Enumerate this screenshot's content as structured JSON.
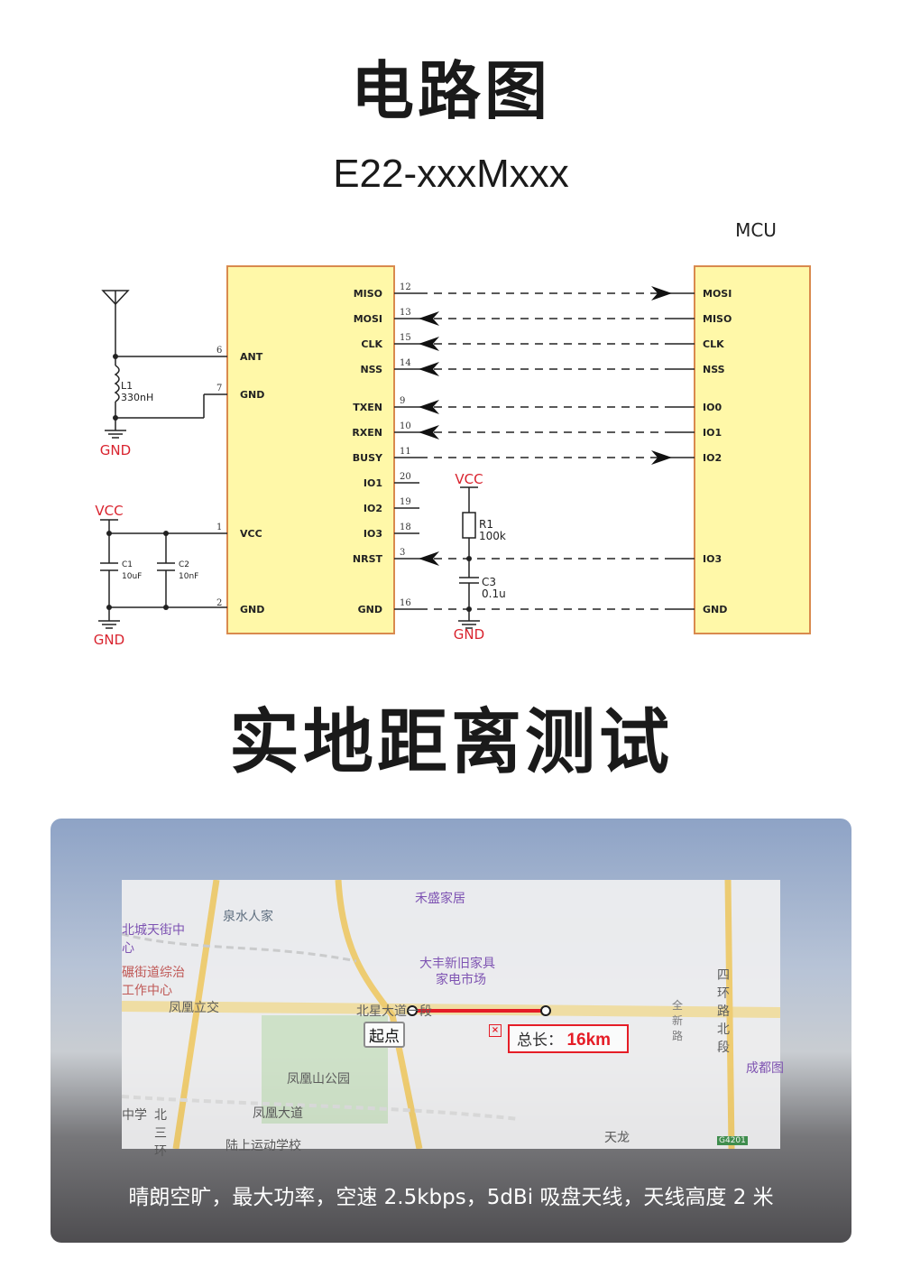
{
  "circuit_title": "电路图",
  "model": "E22-xxxMxxx",
  "mcu_label": "MCU",
  "module_left_pins": [
    {
      "num": "6",
      "name": "ANT"
    },
    {
      "num": "7",
      "name": "GND"
    },
    {
      "num": "1",
      "name": "VCC"
    },
    {
      "num": "2",
      "name": "GND"
    }
  ],
  "module_right_pins": [
    {
      "num": "12",
      "name": "MISO",
      "mcu": "MOSI",
      "dir": "to-mcu"
    },
    {
      "num": "13",
      "name": "MOSI",
      "mcu": "MISO",
      "dir": "to-module"
    },
    {
      "num": "15",
      "name": "CLK",
      "mcu": "CLK",
      "dir": "to-module"
    },
    {
      "num": "14",
      "name": "NSS",
      "mcu": "NSS",
      "dir": "to-module"
    },
    {
      "num": "9",
      "name": "TXEN",
      "mcu": "IO0",
      "dir": "to-module"
    },
    {
      "num": "10",
      "name": "RXEN",
      "mcu": "IO1",
      "dir": "to-module"
    },
    {
      "num": "11",
      "name": "BUSY",
      "mcu": "IO2",
      "dir": "to-mcu"
    },
    {
      "num": "20",
      "name": "IO1",
      "mcu": "",
      "dir": "none"
    },
    {
      "num": "19",
      "name": "IO2",
      "mcu": "",
      "dir": "none"
    },
    {
      "num": "18",
      "name": "IO3",
      "mcu": "",
      "dir": "none"
    },
    {
      "num": "3",
      "name": "NRST",
      "mcu": "IO3",
      "dir": "to-module"
    },
    {
      "num": "16",
      "name": "GND",
      "mcu": "GND",
      "dir": "none-line"
    }
  ],
  "components": {
    "L1": {
      "ref": "L1",
      "value": "330nH"
    },
    "C1": {
      "ref": "C1",
      "value": "10uF"
    },
    "C2": {
      "ref": "C2",
      "value": "10nF"
    },
    "R1": {
      "ref": "R1",
      "value": "100k"
    },
    "C3": {
      "ref": "C3",
      "value": "0.1u"
    }
  },
  "power_labels": {
    "gnd": "GND",
    "vcc": "VCC"
  },
  "colors": {
    "box_fill": "#fff8a8",
    "box_stroke": "#d98a4e",
    "power_red": "#d9232e",
    "route_red": "#e8101a"
  },
  "test_title": "实地距离测试",
  "map": {
    "labels": [
      "禾盛家居",
      "泉水人家",
      "北城天街中心",
      "碾街道综治工作中心",
      "大丰新旧家具",
      "家电市场",
      "凤凰立交",
      "北星大道一段",
      "凤凰山公园",
      "凤凰大道",
      "陆上运动学校",
      "四环路北段",
      "全新路",
      "成都图",
      "中学",
      "北三环",
      "天龙",
      "G4201"
    ],
    "start_label": "起点",
    "total_label": "总长：",
    "total_value": "16km"
  },
  "caption": "晴朗空旷，最大功率，空速 2.5kbps，5dBi 吸盘天线，天线高度 2 米"
}
